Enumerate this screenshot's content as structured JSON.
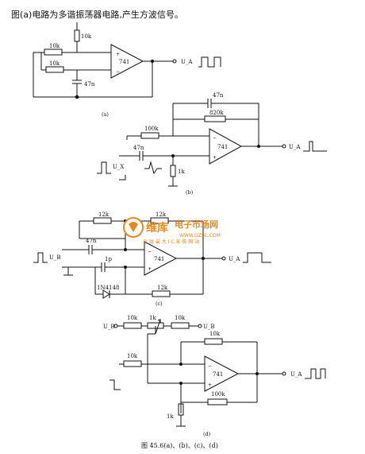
{
  "header": {
    "text": "图(a)电路为多谐振荡器电路,产生方波信号。"
  },
  "circuits": {
    "a": {
      "caption": "(a)",
      "opamp": "741",
      "labels": {
        "r_top": "10k",
        "r_in1": "10k",
        "r_in2": "10k",
        "c": "47n",
        "out": "U_A"
      }
    },
    "b": {
      "caption": "(b)",
      "opamp": "741",
      "labels": {
        "c_fb": "47n",
        "r_fb": "820k",
        "r_in": "100k",
        "c_in": "47n",
        "r_gnd": "1k",
        "in": "U_X",
        "out": "U_A"
      }
    },
    "c": {
      "caption": "(c)",
      "opamp": "741",
      "labels": {
        "r_top": "12k",
        "r_top2": "12k",
        "c_in": "47n",
        "c_mid": "1p",
        "diode": "1N4148",
        "r_bot": "12k",
        "in": "U_B",
        "out": "U_A"
      }
    },
    "d": {
      "caption": "(d)",
      "opamp": "741",
      "labels": {
        "in_top": "U_B",
        "r1": "10k",
        "r_pot": "1k",
        "r2": "10k",
        "out_top": "U_B",
        "r_fb": "10k",
        "r_in": "10k",
        "r_fb2": "100k",
        "r_gnd": "1k",
        "out": "U_A"
      }
    }
  },
  "figure_caption": "图 45.6(a)、(b)、(c)、(d)",
  "watermark": {
    "brand": "维库",
    "site": "电子市场网",
    "url": "WWW.DZSC.COM",
    "slogan": "全 球 最 大 I C 采 购 网 站"
  }
}
